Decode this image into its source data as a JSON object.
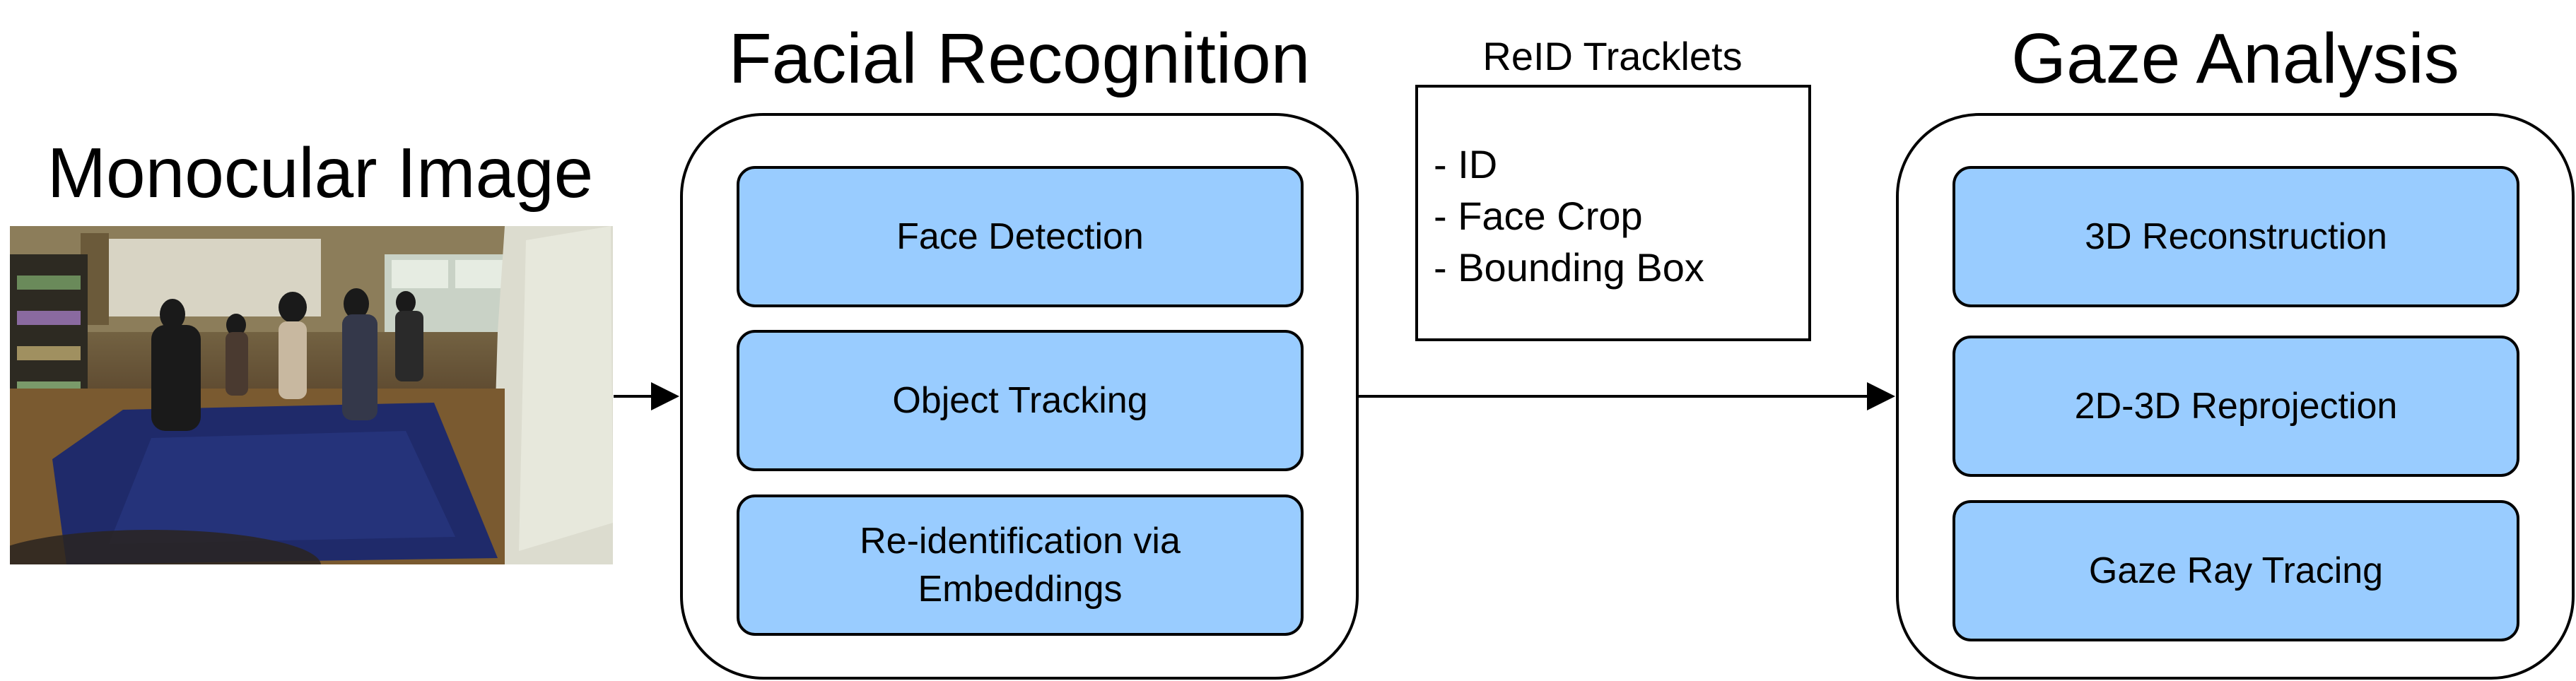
{
  "input": {
    "title": "Monocular Image"
  },
  "facial_recognition": {
    "title": "Facial Recognition",
    "steps": [
      {
        "label": "Face Detection"
      },
      {
        "label": "Object Tracking"
      },
      {
        "label": "Re-identification via\nEmbeddings"
      }
    ]
  },
  "tracklets": {
    "title": "ReID Tracklets",
    "items": [
      "- ID",
      "- Face Crop",
      "- Bounding Box"
    ]
  },
  "gaze_analysis": {
    "title": "Gaze Analysis",
    "steps": [
      {
        "label": "3D Reconstruction"
      },
      {
        "label": "2D-3D Reprojection"
      },
      {
        "label": "Gaze Ray Tracing"
      }
    ]
  },
  "colors": {
    "step_fill": "#99ccff",
    "stroke": "#000000",
    "background": "#ffffff"
  }
}
